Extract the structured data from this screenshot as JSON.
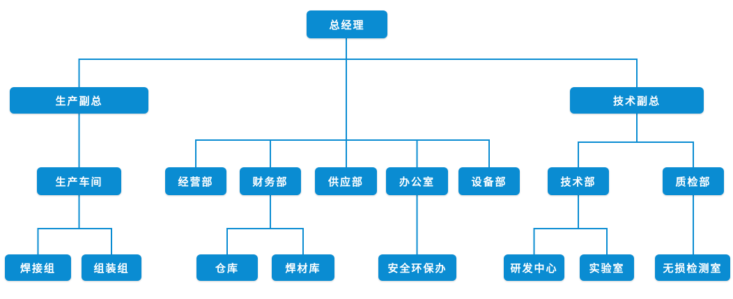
{
  "diagram": {
    "type": "org-chart",
    "accent_color": "#0a8cd2",
    "line_color": "#0a8cd2",
    "text_color": "#ffffff",
    "nodes": {
      "general_manager": {
        "label": "总经理",
        "level": 1
      },
      "production_vp": {
        "label": "生产副总",
        "level": 2
      },
      "technical_vp": {
        "label": "技术副总",
        "level": 2
      },
      "production_workshop": {
        "label": "生产车间",
        "level": 3
      },
      "business_dept": {
        "label": "经营部",
        "level": 3
      },
      "finance_dept": {
        "label": "财务部",
        "level": 3
      },
      "supply_dept": {
        "label": "供应部",
        "level": 3
      },
      "office": {
        "label": "办公室",
        "level": 3
      },
      "equipment_dept": {
        "label": "设备部",
        "level": 3
      },
      "technical_dept": {
        "label": "技术部",
        "level": 3
      },
      "quality_dept": {
        "label": "质检部",
        "level": 3
      },
      "welding_group": {
        "label": "焊接组",
        "level": 4
      },
      "assembly_group": {
        "label": "组装组",
        "level": 4
      },
      "warehouse": {
        "label": "仓库",
        "level": 4
      },
      "welding_material_warehouse": {
        "label": "焊材库",
        "level": 4
      },
      "safety_office": {
        "label": "安全环保办",
        "level": 4
      },
      "rd_center": {
        "label": "研发中心",
        "level": 4
      },
      "laboratory": {
        "label": "实验室",
        "level": 4
      },
      "ndt_room": {
        "label": "无损检测室",
        "level": 4
      }
    },
    "edges": [
      {
        "from": "general_manager",
        "to": "production_vp"
      },
      {
        "from": "general_manager",
        "to": "business_dept"
      },
      {
        "from": "general_manager",
        "to": "finance_dept"
      },
      {
        "from": "general_manager",
        "to": "supply_dept"
      },
      {
        "from": "general_manager",
        "to": "office"
      },
      {
        "from": "general_manager",
        "to": "equipment_dept"
      },
      {
        "from": "general_manager",
        "to": "technical_vp"
      },
      {
        "from": "production_vp",
        "to": "production_workshop"
      },
      {
        "from": "production_workshop",
        "to": "welding_group"
      },
      {
        "from": "production_workshop",
        "to": "assembly_group"
      },
      {
        "from": "finance_dept",
        "to": "warehouse"
      },
      {
        "from": "finance_dept",
        "to": "welding_material_warehouse"
      },
      {
        "from": "office",
        "to": "safety_office"
      },
      {
        "from": "technical_vp",
        "to": "technical_dept"
      },
      {
        "from": "technical_vp",
        "to": "quality_dept"
      },
      {
        "from": "technical_dept",
        "to": "rd_center"
      },
      {
        "from": "technical_dept",
        "to": "laboratory"
      },
      {
        "from": "quality_dept",
        "to": "ndt_room"
      }
    ]
  }
}
